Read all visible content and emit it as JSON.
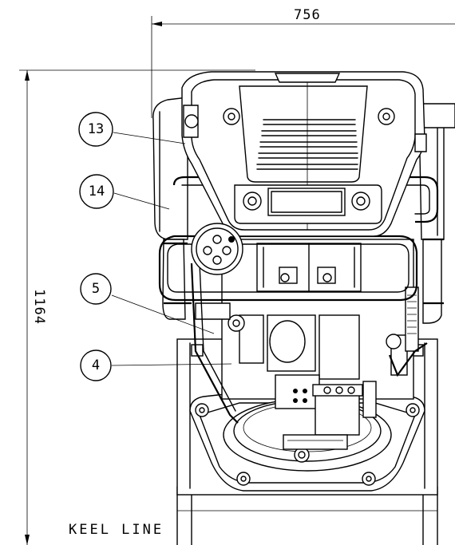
{
  "dimensions": {
    "width": "756",
    "height": "1164"
  },
  "callouts": [
    {
      "id": "callout-13",
      "label": "13"
    },
    {
      "id": "callout-14",
      "label": "14"
    },
    {
      "id": "callout-5",
      "label": "5"
    },
    {
      "id": "callout-4",
      "label": "4"
    }
  ],
  "keel_label": "KEEL LINE"
}
